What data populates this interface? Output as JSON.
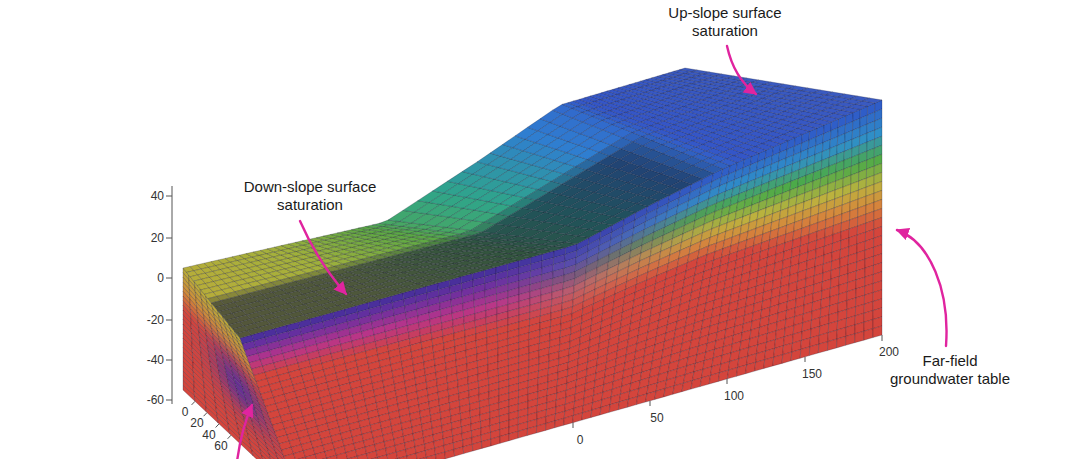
{
  "diagram": {
    "labels": [
      "Up-slope surface saturation",
      "Down-slope surface saturation",
      "Far-field groundwater table",
      "40",
      "20",
      "0",
      "-20",
      "-40",
      "-60",
      "0",
      "20",
      "40",
      "60",
      "0",
      "50",
      "100",
      "150",
      "200"
    ]
  }
}
